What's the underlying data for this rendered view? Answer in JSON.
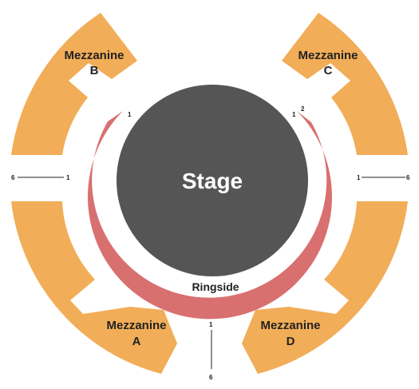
{
  "stage": {
    "label": "Stage",
    "color": "#555555"
  },
  "ringside": {
    "label": "Ringside",
    "color": "#D97070"
  },
  "mezzanine_color": "#F2AD58",
  "sections": {
    "b": {
      "line1": "Mezzanine",
      "line2": "B"
    },
    "c": {
      "line1": "Mezzanine",
      "line2": "C"
    },
    "a": {
      "line1": "Mezzanine",
      "line2": "A"
    },
    "d": {
      "line1": "Mezzanine",
      "line2": "D"
    }
  },
  "markers": {
    "ringside_left_1": "1",
    "ringside_right_1": "1",
    "ringside_right_2": "2",
    "left_aisle_start": "6",
    "left_aisle_end": "1",
    "right_aisle_start": "1",
    "right_aisle_end": "6",
    "bottom_aisle_start": "1",
    "bottom_aisle_end": "6"
  }
}
